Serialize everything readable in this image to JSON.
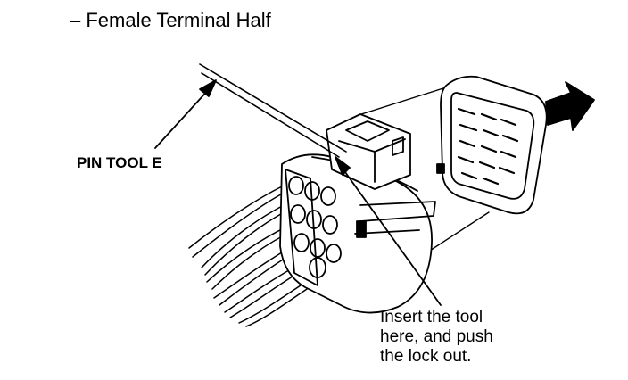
{
  "title": "– Female Terminal Half",
  "labels": {
    "pin_tool": "PIN TOOL E",
    "note_lines": [
      "Insert the tool",
      "here, and push",
      "the lock out."
    ]
  },
  "colors": {
    "ink": "#000000",
    "paper": "#ffffff"
  }
}
